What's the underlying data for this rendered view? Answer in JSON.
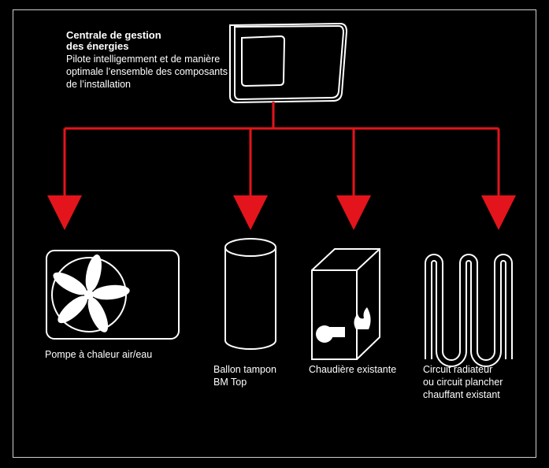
{
  "central": {
    "title_line1": "Centrale de gestion",
    "title_line2": "des énergies",
    "description": "Pilote intelligemment et de manière optimale l’ensemble des composants de l’installation"
  },
  "components": [
    {
      "label": "Pompe à chaleur air/eau"
    },
    {
      "label_line1": "Ballon tampon",
      "label_line2": "BM Top"
    },
    {
      "label": "Chaudière existante"
    },
    {
      "label_line1": "Circuit radiateur",
      "label_line2": "ou circuit plancher",
      "label_line3": "chauffant existant"
    }
  ],
  "colors": {
    "background": "#000000",
    "arrows": "#e3141b",
    "outline": "#ffffff",
    "border": "#cfcfcf"
  }
}
